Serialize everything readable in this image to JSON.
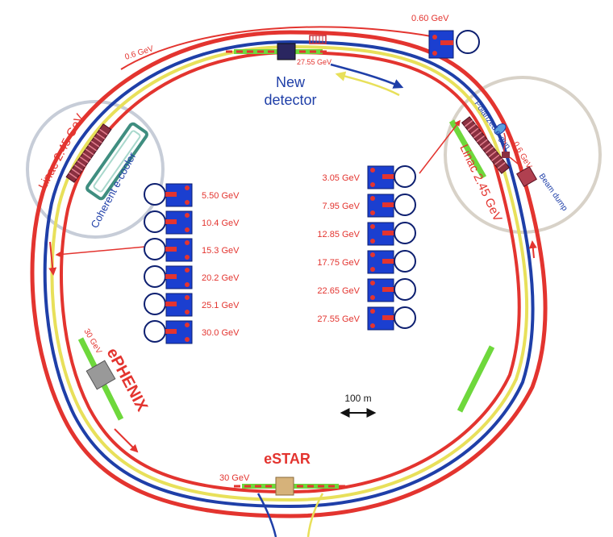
{
  "labels": {
    "new_detector_line1": "New",
    "new_detector_line2": "detector",
    "estar": "eSTAR",
    "ephenix": "ePHENIX",
    "linac_left": "Linac 2.45 GeV",
    "linac_right": "Linac 2.45 GeV",
    "coherent_cooler": "Coherent e-cooler",
    "polarized_gun": "Polarized e-gun",
    "beam_dump": "Beam dump",
    "energy_06_top": "0.6 GeV",
    "energy_060_top": "0.60 GeV",
    "energy_06_right": "0.6 GeV",
    "energy_2755_top": "27.55 GeV",
    "energy_30_left": "30 GeV",
    "energy_30_bottom": "30 GeV",
    "scale": "100 m"
  },
  "left_passes": [
    "5.50 GeV",
    "10.4 GeV",
    "15.3 GeV",
    "20.2 GeV",
    "25.1 GeV",
    "30.0 GeV"
  ],
  "right_passes": [
    "3.05 GeV",
    "7.95 GeV",
    "12.85 GeV",
    "17.75 GeV",
    "22.65 GeV",
    "27.55 GeV"
  ],
  "colors": {
    "red_ring": "#e3342f",
    "blue_ring": "#1f3fa8",
    "yellow_ring": "#e8e05a",
    "green_section": "#6ed83c",
    "magnet_blue": "#1b3fd0"
  }
}
